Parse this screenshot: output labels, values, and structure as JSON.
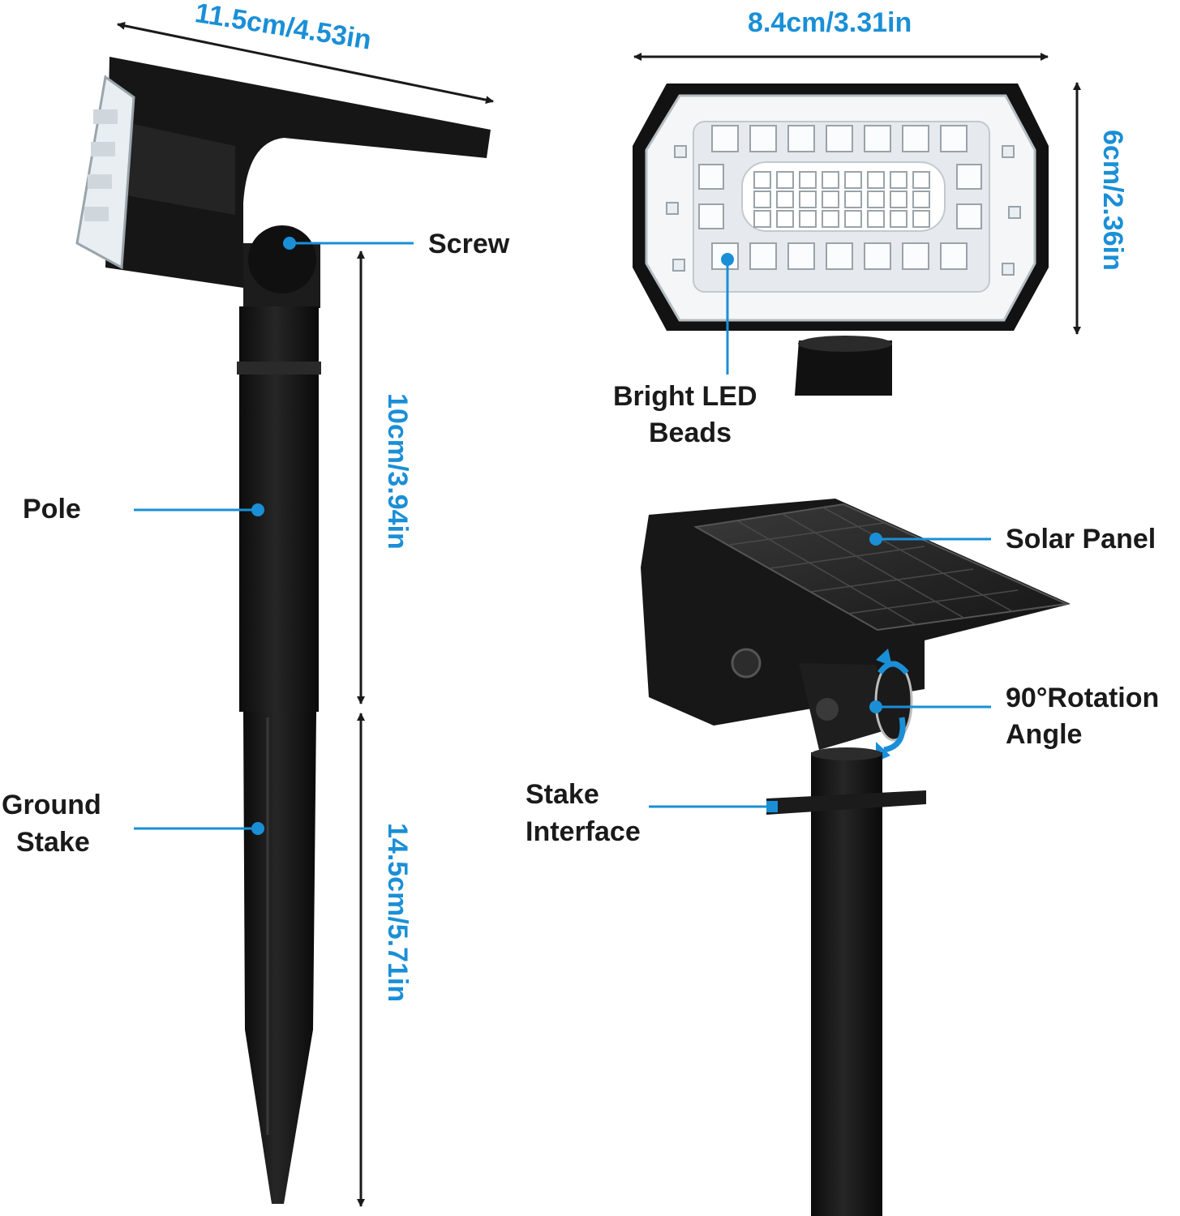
{
  "colors": {
    "accent": "#1a8fd6",
    "body": "#141414",
    "label_text": "#1a1a1a",
    "led": "#ffffff"
  },
  "labels": {
    "screw": "Screw",
    "pole": "Pole",
    "ground_stake_l1": "Ground",
    "ground_stake_l2": "Stake",
    "bright_led_l1": "Bright LED",
    "bright_led_l2": "Beads",
    "solar_panel": "Solar Panel",
    "rotation_l1": "90°Rotation",
    "rotation_l2": "Angle",
    "stake_interface_l1": "Stake",
    "stake_interface_l2": "Interface"
  },
  "dimensions": {
    "head_length": "11.5cm/4.53in",
    "head_width": "8.4cm/3.31in",
    "head_height": "6cm/2.36in",
    "pole_length": "10cm/3.94in",
    "stake_length": "14.5cm/5.71in"
  }
}
